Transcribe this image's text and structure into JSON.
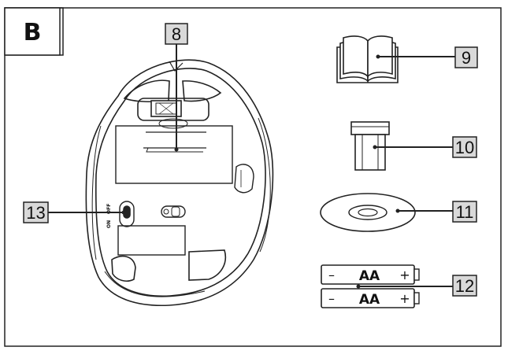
{
  "panel": {
    "label": "B"
  },
  "callouts": {
    "c8": "8",
    "c9": "9",
    "c10": "10",
    "c11": "11",
    "c12": "12",
    "c13": "13"
  },
  "mouse": {
    "switch_on": "ON",
    "switch_off": "OFF"
  },
  "batteries": {
    "top": {
      "minus": "–",
      "label": "AA",
      "plus": "+"
    },
    "bottom": {
      "minus": "–",
      "label": "AA",
      "plus": "+"
    }
  }
}
